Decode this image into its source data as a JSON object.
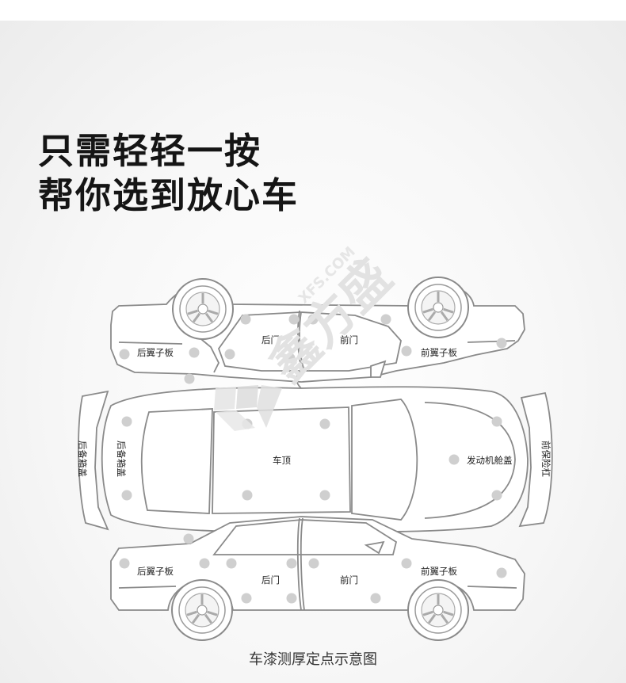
{
  "headline": {
    "line1": "只需轻轻一按",
    "line2": "帮你选到放心车"
  },
  "labels": {
    "rear_fender_top": "后翼子板",
    "rear_door_top": "后门",
    "front_door_top": "前门",
    "front_fender_top": "前翼子板",
    "rear_bumper": "后备箱盖",
    "trunk_lid": "后备箱盖",
    "roof": "车顶",
    "hood": "发动机舱盖",
    "front_bumper": "前保险杠",
    "rear_fender_bottom": "后翼子板",
    "rear_door_bottom": "后门",
    "front_door_bottom": "前门",
    "front_fender_bottom": "前翼子板"
  },
  "watermark": {
    "text": "鑫方盛",
    "domain": "XFS.COM"
  },
  "caption": "车漆测厚定点示意图",
  "colors": {
    "outline": "#8a8a8a",
    "dot": "#cfcfcf",
    "text": "#222222",
    "watermark": "#e2e2e2"
  }
}
